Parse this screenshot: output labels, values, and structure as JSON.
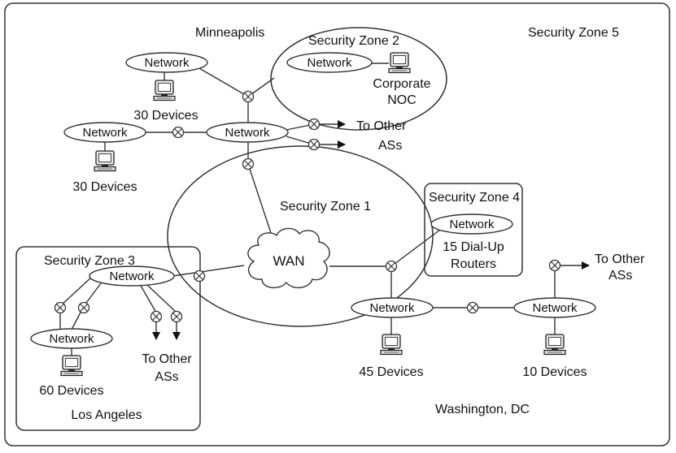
{
  "labels": {
    "minneapolis": "Minneapolis",
    "zone1": "Security Zone 1",
    "zone2": "Security Zone 2",
    "zone3": "Security Zone 3",
    "zone4": "Security Zone 4",
    "zone5": "Security Zone 5",
    "network": "Network",
    "wan": "WAN",
    "corporate": "Corporate",
    "noc": "NOC",
    "devices30": "30 Devices",
    "devices60": "60 Devices",
    "devices45": "45 Devices",
    "devices10": "10 Devices",
    "to_other": "To Other",
    "ass": "ASs",
    "dialup_15": "15 Dial-Up",
    "routers": "Routers",
    "los_angeles": "Los Angeles",
    "washington": "Washington, DC"
  }
}
